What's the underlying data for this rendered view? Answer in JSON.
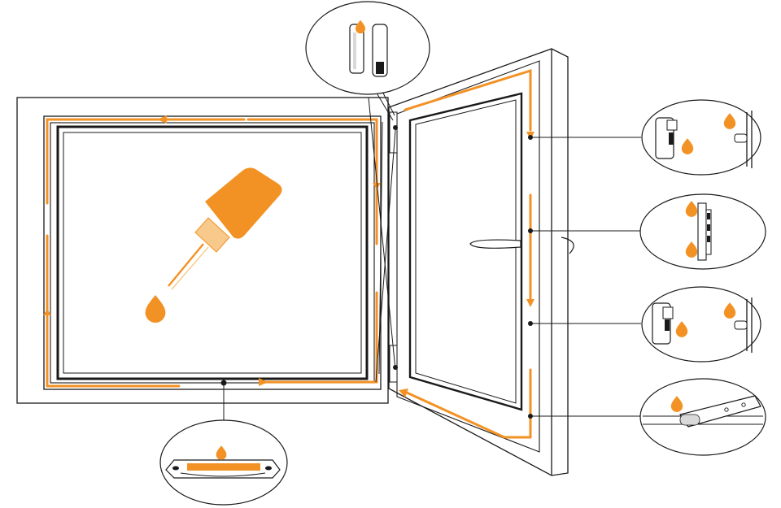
{
  "diagram": {
    "kind": "window-hardware-lubrication-guide",
    "text_labels": [],
    "colors": {
      "accent": "#F39224",
      "line": "#1a1a1a",
      "frame_fill": "#ffffff",
      "bottle_tip": "#f7c98a"
    },
    "icons": [
      "oil-bottle-icon",
      "oil-drop-icon",
      "hinge-detail-icon",
      "locking-cam-detail-icon",
      "corner-drive-detail-icon",
      "striker-plate-detail-icon"
    ],
    "callouts": [
      {
        "name": "callout-top-hinge",
        "shows": "hinge"
      },
      {
        "name": "callout-locking-point-upper",
        "shows": "locking-cam"
      },
      {
        "name": "callout-gearbox",
        "shows": "gear-mechanism"
      },
      {
        "name": "callout-locking-point-lower",
        "shows": "locking-cam"
      },
      {
        "name": "callout-corner-drive",
        "shows": "corner-drive"
      },
      {
        "name": "callout-frame-striker",
        "shows": "striker-plate"
      }
    ]
  }
}
